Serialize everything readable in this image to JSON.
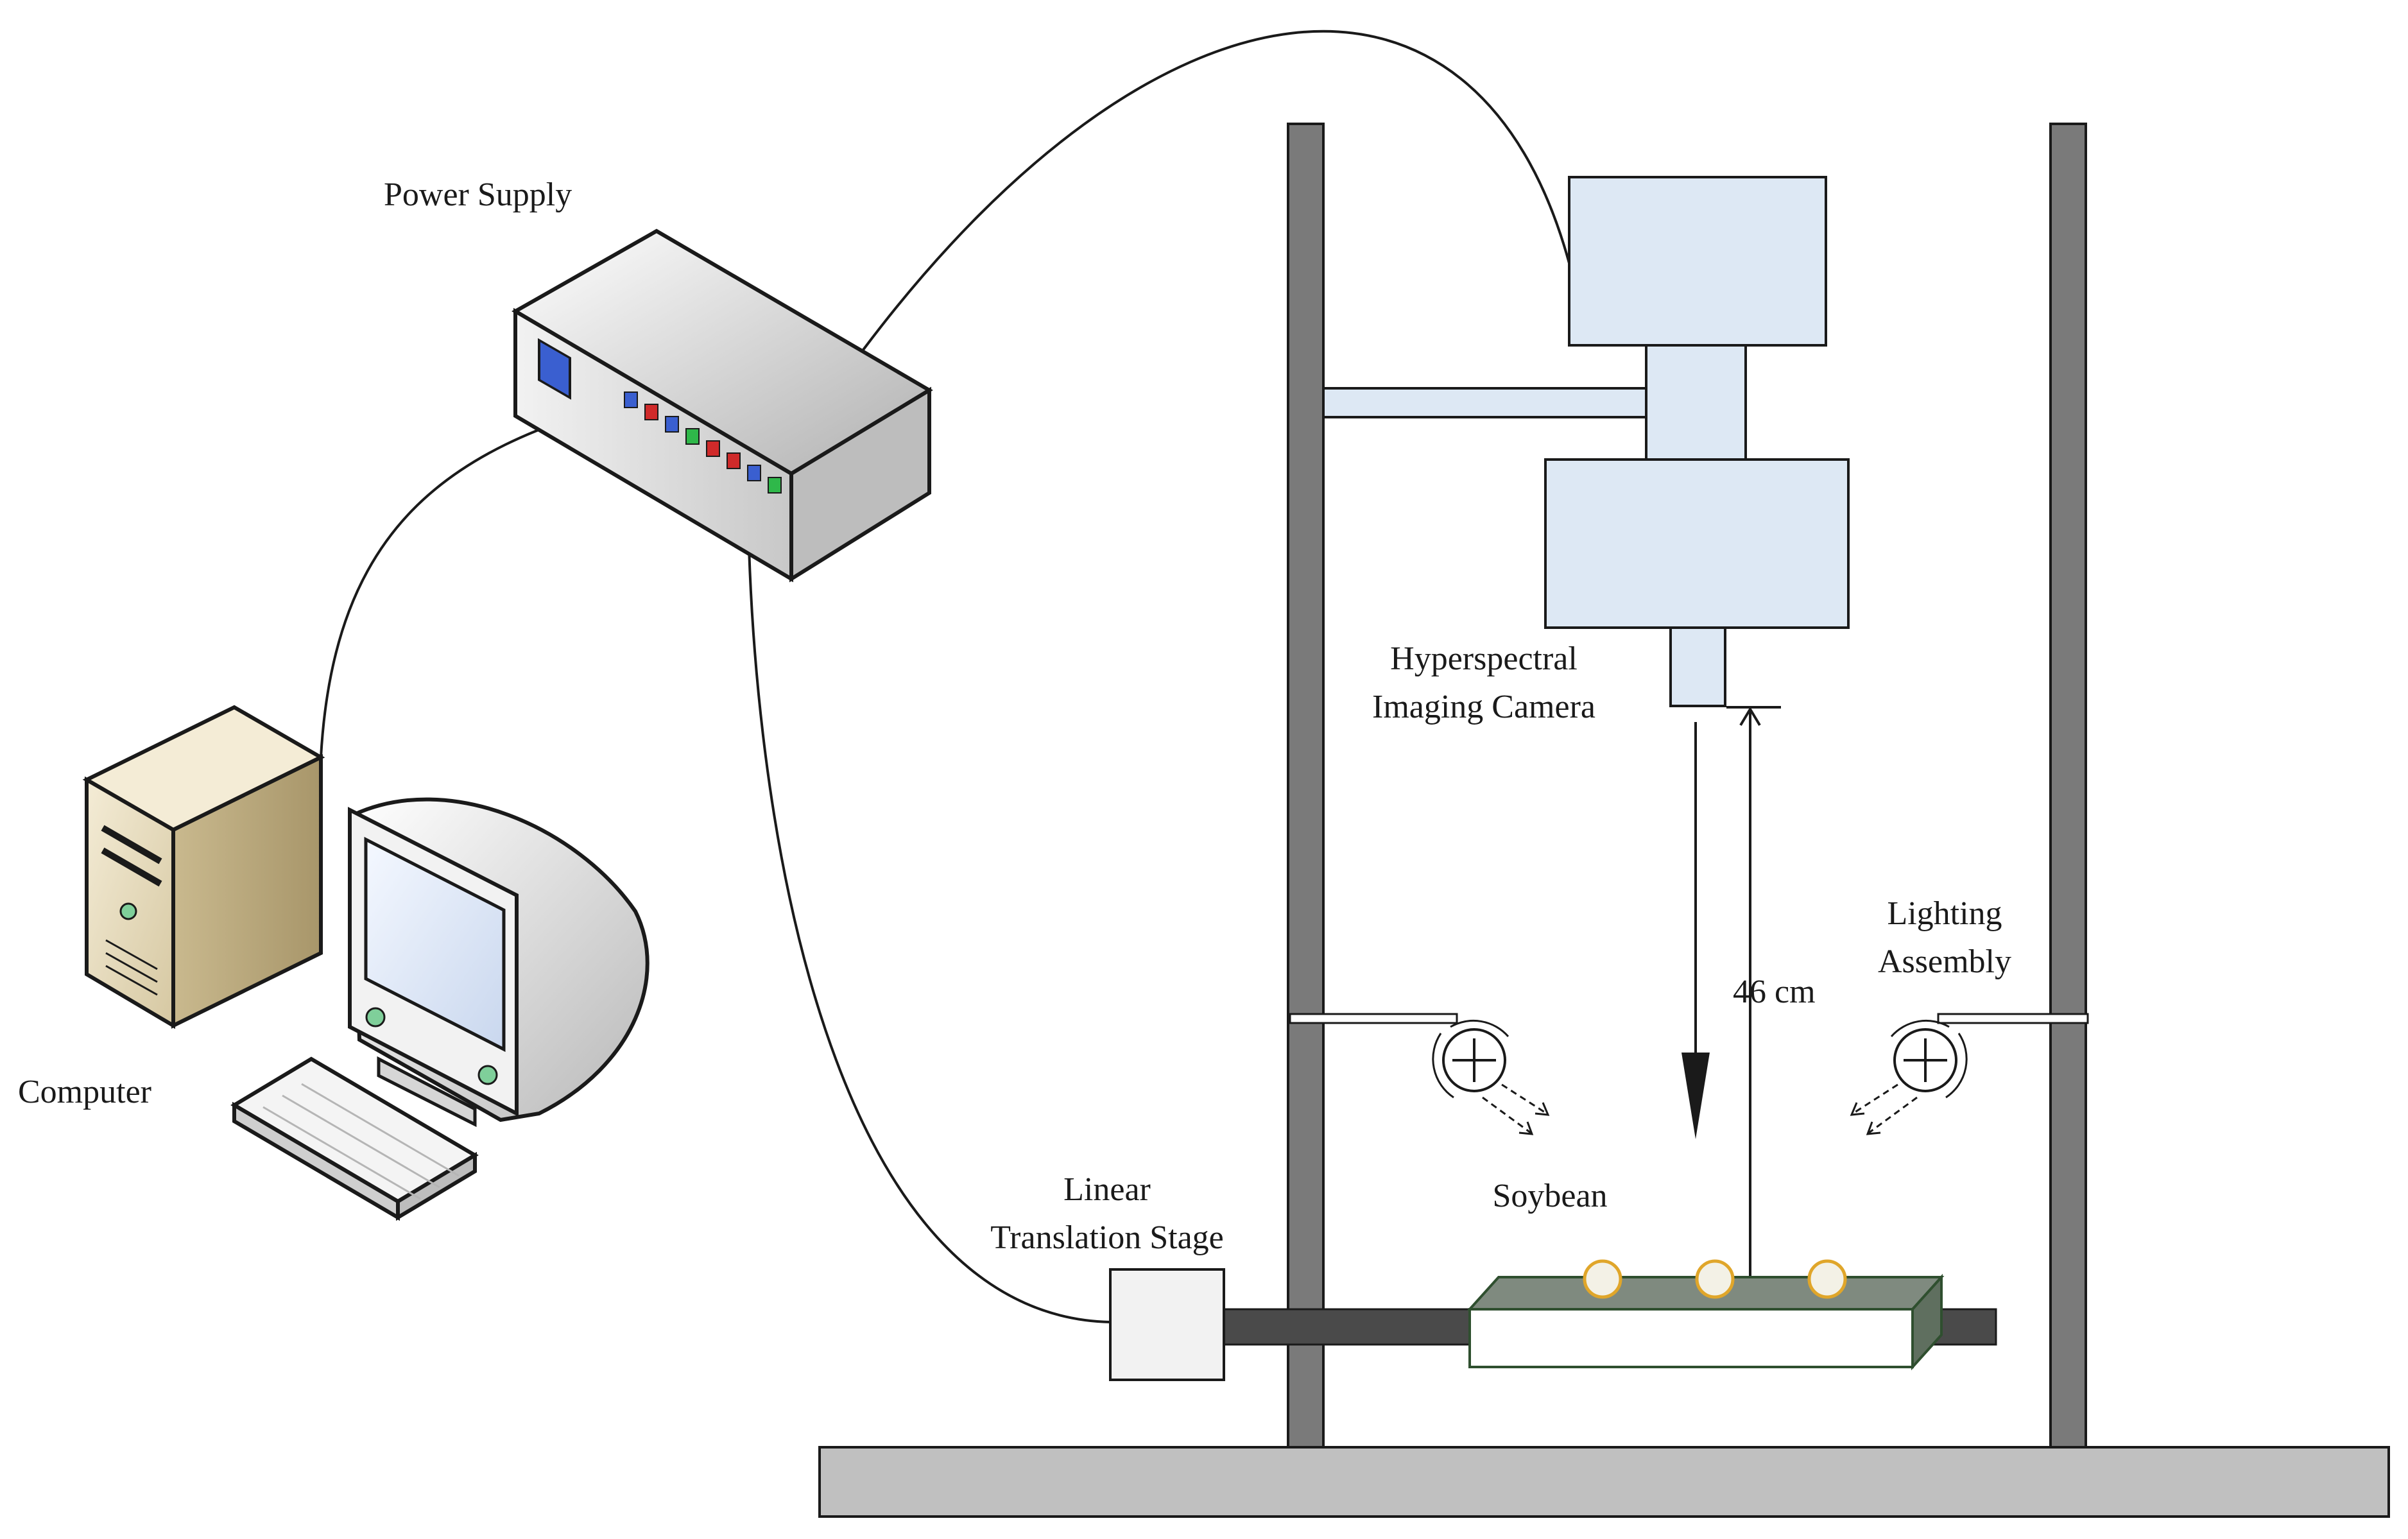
{
  "labels": {
    "power_supply": "Power Supply",
    "computer": "Computer",
    "camera_line1": "Hyperspectral",
    "camera_line2": "Imaging Camera",
    "lighting_line1": "Lighting",
    "lighting_line2": "Assembly",
    "distance": "46 cm",
    "soybean": "Soybean",
    "stage_line1": "Linear",
    "stage_line2": "Translation Stage"
  },
  "colors": {
    "camera_fill": "#dde8f4",
    "frame_post": "#7a7a7a",
    "base": "#c0c0c0",
    "rail": "#4a4a4a",
    "tray_top": "#7f8a7f",
    "tray_edge": "#2f4f2f",
    "soybean_fill": "#f3f1e6",
    "soybean_edge": "#e0a62a",
    "computer_tower": "#e9dfc4",
    "monitor_screen": "#dfe8f6",
    "led_blue": "#3a5fd0",
    "led_red": "#d02a2a",
    "led_green": "#2fb84a"
  },
  "icons": [
    "power-supply-icon",
    "computer-tower-icon",
    "monitor-icon",
    "keyboard-icon",
    "lamp-icon"
  ]
}
